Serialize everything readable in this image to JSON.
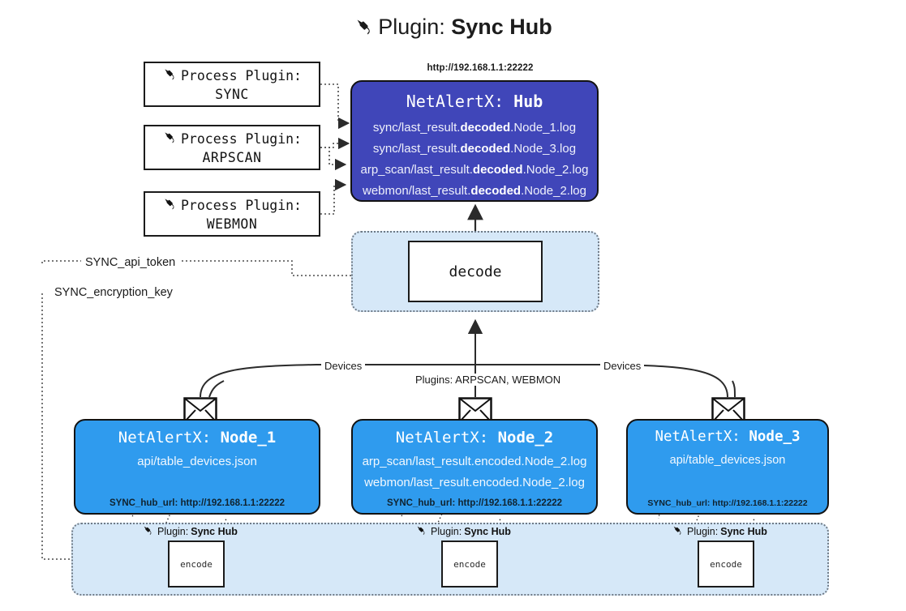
{
  "title": {
    "icon": "plug-icon",
    "prefix": "Plugin: ",
    "name": "Sync Hub"
  },
  "process_plugins": [
    {
      "icon": "plug-icon",
      "line1": "Process Plugin:",
      "line2": "SYNC"
    },
    {
      "icon": "plug-icon",
      "line1": "Process Plugin:",
      "line2": "ARPSCAN"
    },
    {
      "icon": "plug-icon",
      "line1": "Process Plugin:",
      "line2": "WEBMON"
    }
  ],
  "hub": {
    "url": "http://192.168.1.1:22222",
    "title_prefix": "NetAlertX: ",
    "title_name": "Hub",
    "logs": [
      {
        "pre": "sync/last_result.",
        "mid": "decoded",
        "post": ".Node_1.log"
      },
      {
        "pre": "sync/last_result.",
        "mid": "decoded",
        "post": ".Node_3.log"
      },
      {
        "pre": "arp_scan/last_result.",
        "mid": "decoded",
        "post": ".Node_2.log"
      },
      {
        "pre": "webmon/last_result.",
        "mid": "decoded",
        "post": ".Node_2.log"
      }
    ],
    "fill": "#4046b9"
  },
  "decode": {
    "label": "decode",
    "container_fill": "#d6e8f8"
  },
  "config": {
    "api_token": "SYNC_api_token",
    "encryption_key": "SYNC_encryption_key"
  },
  "edge_labels": {
    "devices_left": "Devices",
    "devices_right": "Devices",
    "plugins_mid": "Plugins: ARPSCAN, WEBMON"
  },
  "nodes": [
    {
      "icon": "envelope-icon",
      "title_prefix": "NetAlertX: ",
      "title_name": "Node_1",
      "lines": [
        "api/table_devices.json"
      ],
      "footer": "SYNC_hub_url: http://192.168.1.1:22222",
      "fill": "#2f9bee"
    },
    {
      "icon": "envelope-icon",
      "title_prefix": "NetAlertX: ",
      "title_name": "Node_2",
      "lines": [
        "arp_scan/last_result.encoded.Node_2.log",
        "webmon/last_result.encoded.Node_2.log"
      ],
      "footer": "SYNC_hub_url: http://192.168.1.1:22222",
      "fill": "#2f9bee"
    },
    {
      "icon": "envelope-icon",
      "title_prefix": "NetAlertX: ",
      "title_name": "Node_3",
      "lines": [
        "api/table_devices.json"
      ],
      "footer": "SYNC_hub_url: http://192.168.1.1:22222",
      "fill": "#2f9bee"
    }
  ],
  "encode_groups": [
    {
      "icon": "plug-icon",
      "label_prefix": "Plugin: ",
      "label_name": "Sync Hub",
      "box": "encode"
    },
    {
      "icon": "plug-icon",
      "label_prefix": "Plugin: ",
      "label_name": "Sync Hub",
      "box": "encode"
    },
    {
      "icon": "plug-icon",
      "label_prefix": "Plugin: ",
      "label_name": "Sync Hub",
      "box": "encode"
    }
  ]
}
